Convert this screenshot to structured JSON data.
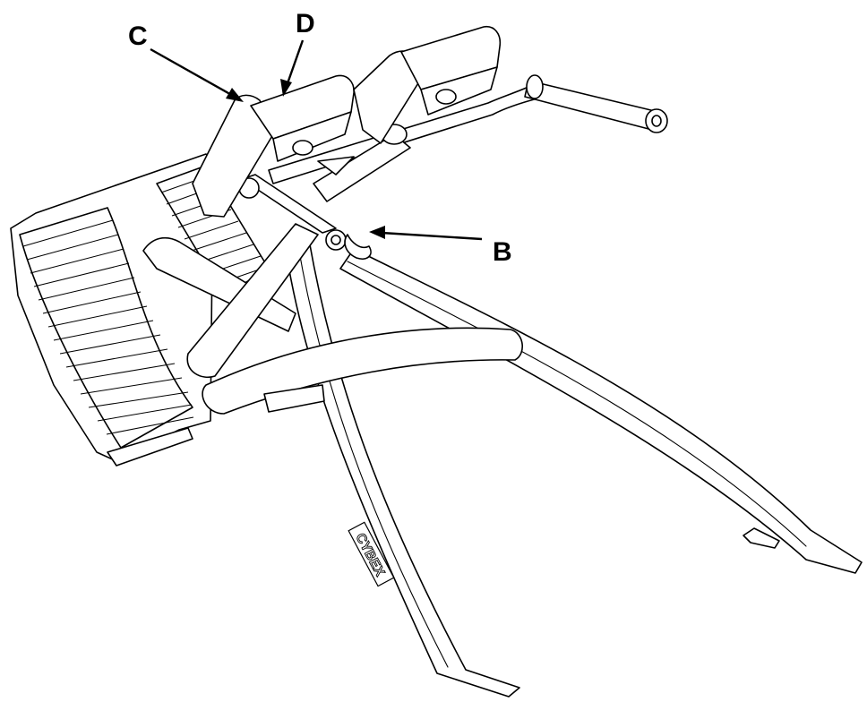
{
  "callouts": {
    "c": "C",
    "d": "D",
    "b": "B"
  },
  "brand": {
    "logo_text": "CYBEX"
  },
  "colors": {
    "line": "#000000",
    "background": "#ffffff"
  }
}
